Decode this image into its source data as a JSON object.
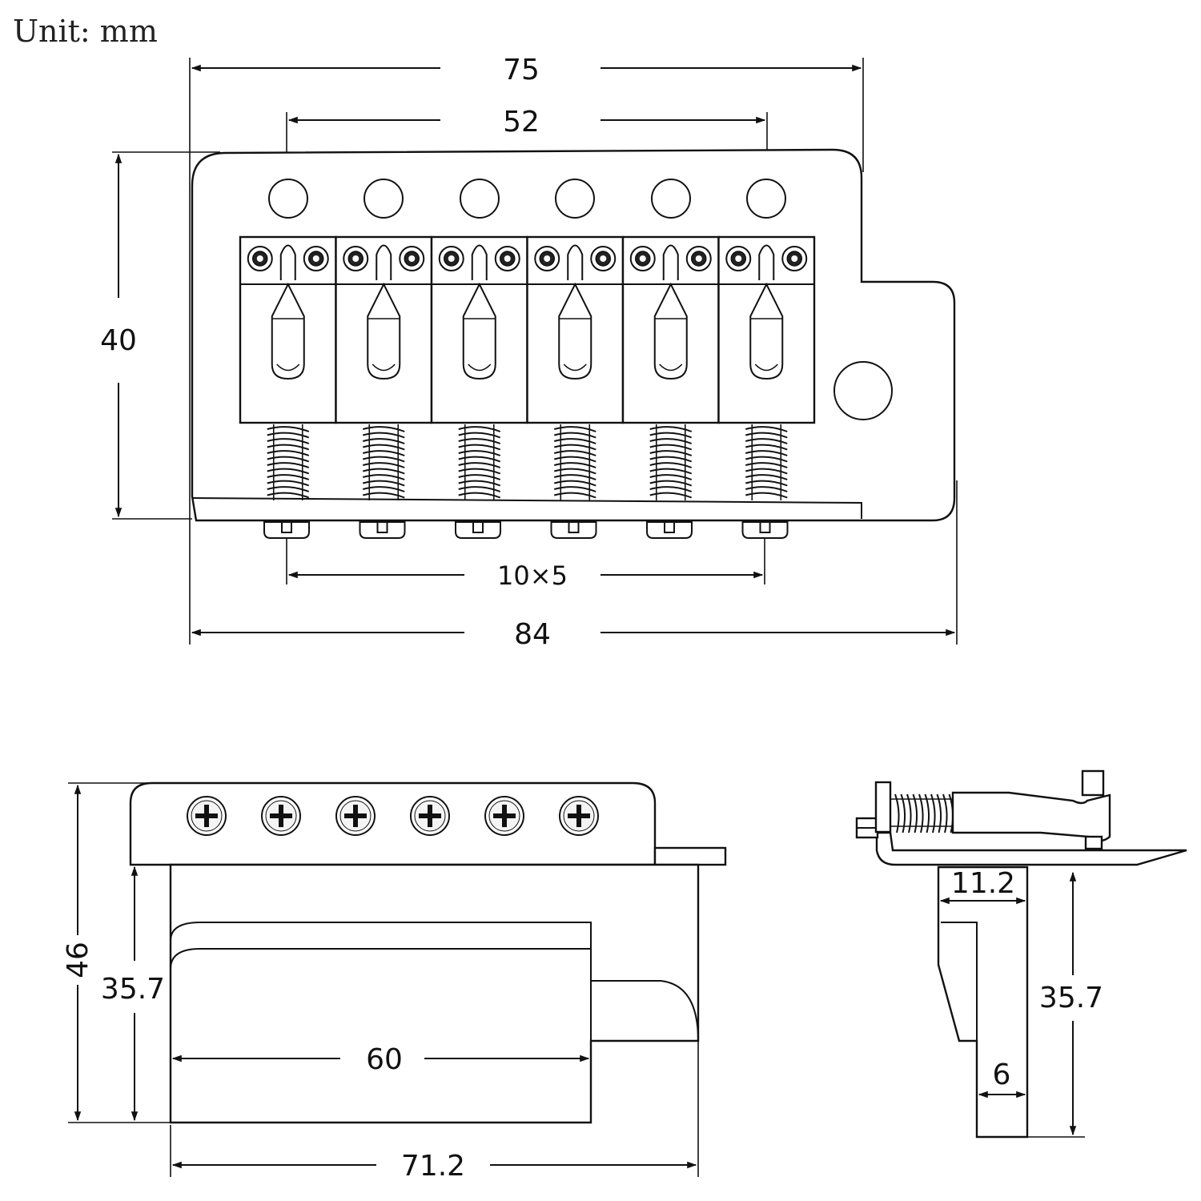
{
  "unit_label": "Unit: mm",
  "top_view": {
    "dim_total_width": "75",
    "dim_mount_hole_span": "52",
    "dim_height": "40",
    "dim_screw_spacing": "10×5",
    "dim_plate_length": "84"
  },
  "front_view": {
    "dim_total_height": "46",
    "dim_block_height": "35.7",
    "dim_block_inner_width": "60",
    "dim_block_width": "71.2"
  },
  "side_view": {
    "dim_block_depth": "11.2",
    "dim_block_height": "35.7",
    "dim_block_lower_depth": "6"
  }
}
